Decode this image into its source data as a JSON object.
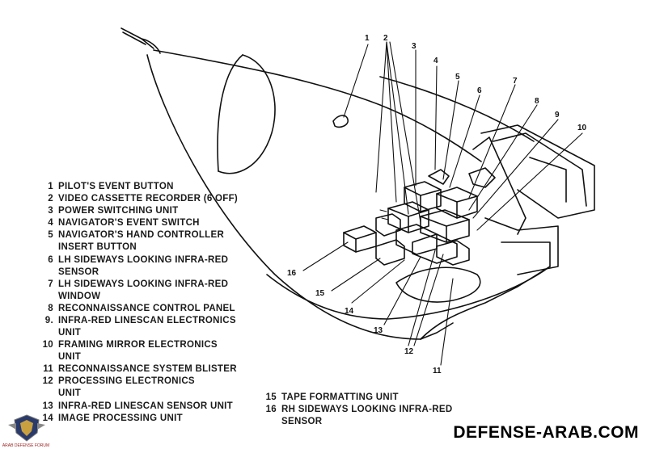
{
  "legend_left": [
    {
      "num": "1",
      "text": "PILOT'S EVENT BUTTON"
    },
    {
      "num": "2",
      "text": "VIDEO CASSETTE RECORDER (6 OFF)"
    },
    {
      "num": "3",
      "text": "POWER SWITCHING UNIT"
    },
    {
      "num": "4",
      "text": "NAVIGATOR'S EVENT SWITCH"
    },
    {
      "num": "5",
      "text": "NAVIGATOR'S HAND CONTROLLER",
      "cont": "INSERT BUTTON"
    },
    {
      "num": "6",
      "text": "LH SIDEWAYS LOOKING INFRA-RED",
      "cont": "SENSOR"
    },
    {
      "num": "7",
      "text": "LH SIDEWAYS LOOKING INFRA-RED",
      "cont": "WINDOW"
    },
    {
      "num": "8",
      "text": "RECONNAISSANCE CONTROL PANEL"
    },
    {
      "num": "9.",
      "text": "INFRA-RED LINESCAN ELECTRONICS",
      "cont": "UNIT"
    },
    {
      "num": "10",
      "text": "FRAMING MIRROR ELECTRONICS",
      "cont": "UNIT"
    },
    {
      "num": "11",
      "text": "RECONNAISSANCE SYSTEM BLISTER"
    },
    {
      "num": "12",
      "text": "PROCESSING ELECTRONICS",
      "cont": "UNIT"
    },
    {
      "num": "13",
      "text": "INFRA-RED LINESCAN SENSOR UNIT"
    },
    {
      "num": "14",
      "text": "IMAGE PROCESSING UNIT"
    }
  ],
  "legend_right": [
    {
      "num": "15",
      "text": "TAPE FORMATTING UNIT"
    },
    {
      "num": "16",
      "text": "RH SIDEWAYS LOOKING INFRA-RED",
      "cont": "SENSOR"
    }
  ],
  "callouts": [
    "1",
    "2",
    "3",
    "4",
    "5",
    "6",
    "7",
    "8",
    "9",
    "10",
    "16",
    "15",
    "14",
    "13",
    "12",
    "11"
  ],
  "watermark": "DEFENSE-ARAB.COM",
  "logo_text": "ARAB DEFENSE FORUM"
}
